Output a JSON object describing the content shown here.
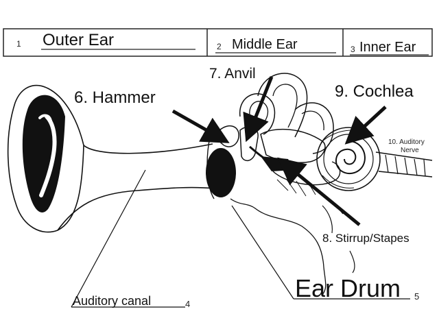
{
  "header": {
    "cells": [
      {
        "number": "1",
        "label": "Outer Ear"
      },
      {
        "number": "2",
        "label": "Middle Ear"
      },
      {
        "number": "3",
        "label": "Inner Ear"
      }
    ]
  },
  "labels": {
    "hammer": "6. Hammer",
    "anvil": "7. Anvil",
    "cochlea": "9. Cochlea",
    "auditory_nerve_line1": "10. Auditory",
    "auditory_nerve_line2": "Nerve",
    "stirrup": "8. Stirrup/Stapes",
    "ear_drum": "Ear Drum",
    "ear_drum_number": "5",
    "auditory_canal": "Auditory canal",
    "auditory_canal_number": "4"
  }
}
